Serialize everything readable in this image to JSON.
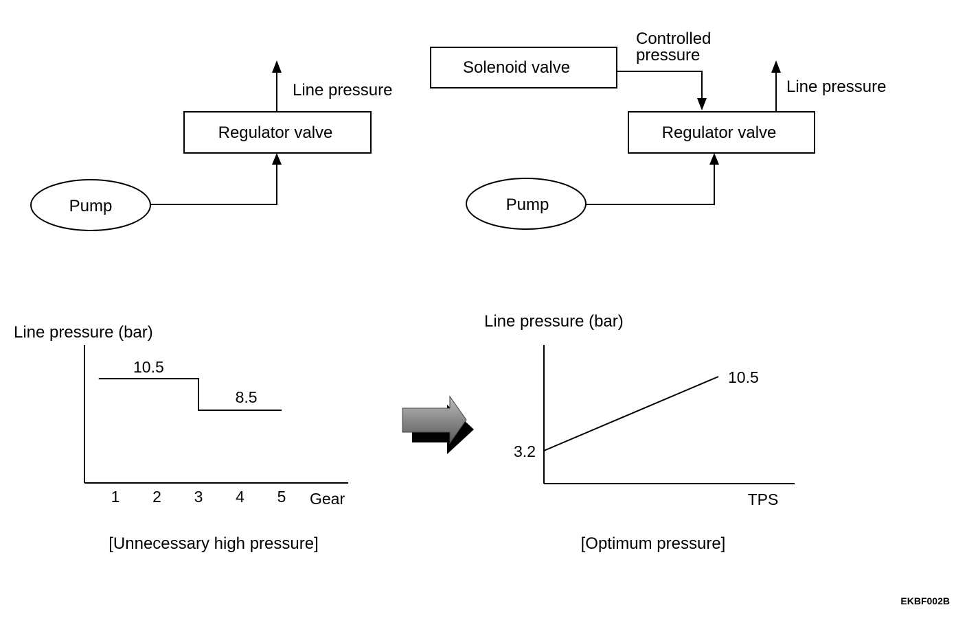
{
  "left_diagram": {
    "pump": "Pump",
    "regulator": "Regulator valve",
    "output": "Line pressure"
  },
  "right_diagram": {
    "pump": "Pump",
    "regulator": "Regulator valve",
    "solenoid": "Solenoid valve",
    "controlled_line1": "Controlled",
    "controlled_line2": "pressure",
    "output": "Line pressure"
  },
  "chart_data": [
    {
      "type": "line",
      "title": "",
      "ylabel": "Line pressure (bar)",
      "xlabel": "Gear",
      "categories": [
        "1",
        "2",
        "3",
        "4",
        "5"
      ],
      "series": [
        {
          "segments": [
            {
              "x": [
                0.6,
                3
              ],
              "y": [
                10.5,
                10.5
              ]
            },
            {
              "x": [
                3,
                5
              ],
              "y": [
                8.5,
                8.5
              ]
            }
          ]
        }
      ],
      "data_labels": [
        "10.5",
        "8.5"
      ],
      "caption": "[Unnecessary high pressure]"
    },
    {
      "type": "line",
      "title": "",
      "ylabel": "Line pressure (bar)",
      "xlabel": "TPS",
      "series": [
        {
          "x": [
            0,
            1
          ],
          "y": [
            3.2,
            10.5
          ]
        }
      ],
      "data_labels": [
        "3.2",
        "10.5"
      ],
      "caption": "[Optimum pressure]"
    }
  ],
  "figure_code": "EKBF002B"
}
